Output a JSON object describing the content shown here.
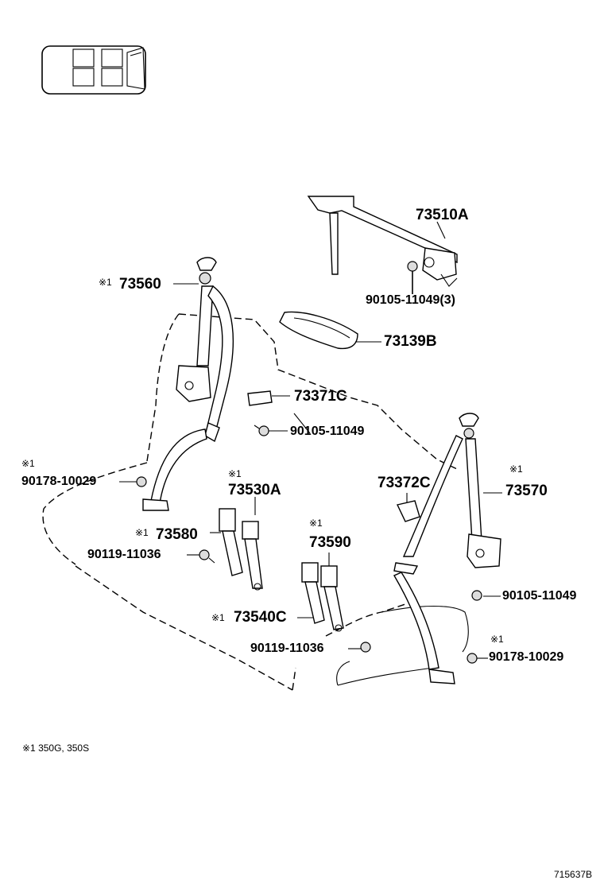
{
  "diagram": {
    "callouts": {
      "p73510A": "73510A",
      "p90105_11049_3": "90105-11049(3)",
      "p73560_mark": "※1",
      "p73560": "73560",
      "p73139B": "73139B",
      "p73371C": "73371C",
      "p90105_11049_mid": "90105-11049",
      "p90178_10029_left_mark": "※1",
      "p90178_10029_left": "90178-10029",
      "p73530A_mark": "※1",
      "p73530A": "73530A",
      "p73580_mark": "※1",
      "p73580": "73580",
      "p90119_11036_left": "90119-11036",
      "p73372C": "73372C",
      "p73570_mark": "※1",
      "p73570": "73570",
      "p73590_mark": "※1",
      "p73590": "73590",
      "p73540C_mark": "※1",
      "p73540C": "73540C",
      "p90119_11036_bottom": "90119-11036",
      "p90105_11049_right": "90105-11049",
      "p90178_10029_right_mark": "※1",
      "p90178_10029_right": "90178-10029"
    },
    "footnote": "※1 350G, 350S",
    "diagram_code": "715637B"
  }
}
